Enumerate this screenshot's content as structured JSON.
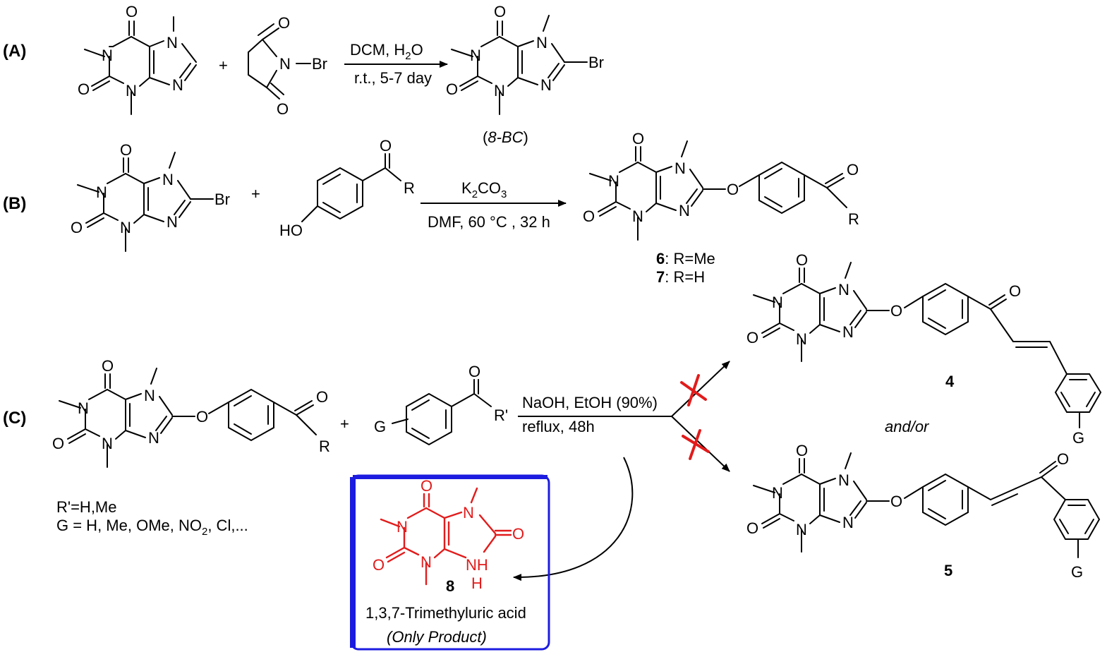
{
  "labels": {
    "A": "(A)",
    "B": "(B)",
    "C": "(C)"
  },
  "atoms": {
    "O": "O",
    "N": "N",
    "Br": "Br",
    "HO": "HO",
    "R": "R",
    "Rp": "R'",
    "G": "G",
    "NH": "NH",
    "H": "H"
  },
  "reaction_a": {
    "plus": "+",
    "cond_top_pre": "DCM, H",
    "cond_top_sub": "2",
    "cond_top_post": "O",
    "cond_bottom": "r.t., 5-7 day",
    "product_open": "(",
    "product_name": "8-BC",
    "product_close": ")"
  },
  "reaction_b": {
    "plus": "+",
    "cond_top_pre": "K",
    "cond_top_sub1": "2",
    "cond_top_mid": "CO",
    "cond_top_sub2": "3",
    "cond_bottom": "DMF, 60 °C , 32 h",
    "prod6_num": "6",
    "prod6_text": ": R=Me",
    "prod7_num": "7",
    "prod7_text": ": R=H"
  },
  "reaction_c": {
    "plus": "+",
    "cond_top": "NaOH, EtOH (90%)",
    "cond_bottom": "reflux, 48h",
    "rprime_note": "R'=H,Me",
    "g_note_pre": "G = H, Me, OMe, NO",
    "g_note_sub": "2",
    "g_note_post": ", Cl,...",
    "compound4": "4",
    "compound5": "5",
    "andor": "and/or"
  },
  "product_box": {
    "number": "8",
    "name": "1,3,7-Trimethyluric acid",
    "note": "(Only Product)",
    "border_color": "#1c1ce0",
    "mol_color": "#e21b1b",
    "note_color": "#e020e0"
  }
}
